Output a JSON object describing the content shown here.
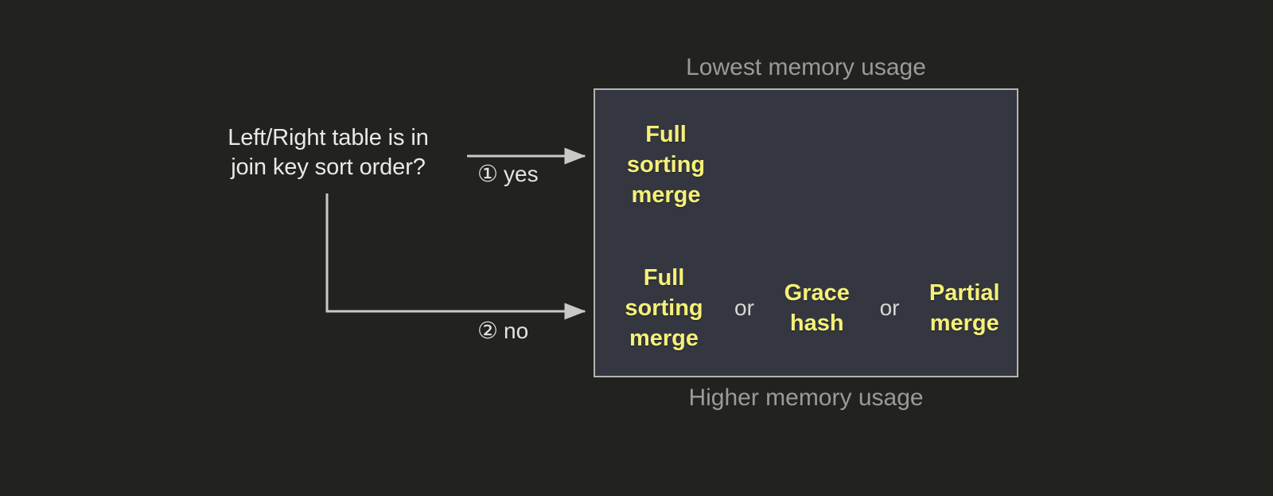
{
  "diagram": {
    "type": "decision-flow",
    "background_color": "#22231f",
    "panel_color": "#343740",
    "panel_border_color": "#b4b4b2",
    "accent_color": "#f6f177",
    "text_color": "#e9e9e7",
    "muted_text_color": "#9a9a97",
    "question": "Left/Right table is in\njoin key sort order?",
    "branches": [
      {
        "marker": "①",
        "label": "yes"
      },
      {
        "marker": "②",
        "label": "no"
      }
    ],
    "captions": {
      "top": "Lowest memory usage",
      "bottom": "Higher memory usage"
    },
    "outcomes": {
      "yes_row": [
        {
          "name": "Full sorting merge",
          "display": "Full\nsorting\nmerge"
        }
      ],
      "no_row": [
        {
          "name": "Full sorting merge",
          "display": "Full\nsorting\nmerge"
        },
        {
          "name": "Grace hash",
          "display": "Grace\nhash"
        },
        {
          "name": "Partial merge",
          "display": "Partial\nmerge"
        }
      ],
      "conjunction": "or"
    }
  }
}
